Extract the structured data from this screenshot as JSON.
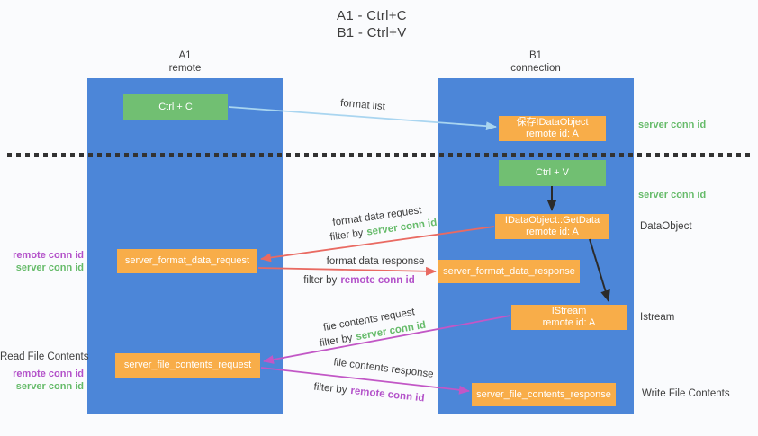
{
  "title": {
    "line1": "A1 - Ctrl+C",
    "line2": "B1 - Ctrl+V"
  },
  "lanes": {
    "a1": {
      "name": "A1",
      "subtitle": "remote"
    },
    "b1": {
      "name": "B1",
      "subtitle": "connection"
    }
  },
  "nodes": {
    "ctrl_c": {
      "label": "Ctrl + C"
    },
    "ctrl_v": {
      "label": "Ctrl + V"
    },
    "save_idataobject": {
      "line1": "保存IDataObject",
      "line2": "remote id: A"
    },
    "idataobject_getdata": {
      "line1": "IDataObject::GetData",
      "line2": "remote id: A"
    },
    "istream": {
      "line1": "IStream",
      "line2": "remote id: A"
    },
    "server_format_data_request": {
      "label": "server_format_data_request"
    },
    "server_format_data_response": {
      "label": "server_format_data_response"
    },
    "server_file_contents_request": {
      "label": "server_file_contents_request"
    },
    "server_file_contents_response": {
      "label": "server_file_contents_response"
    }
  },
  "edge_labels": {
    "format_list": "format list",
    "format_data_request": "format data request",
    "format_data_response": "format data response",
    "file_contents_request": "file contents request",
    "file_contents_response": "file contents response",
    "filter_by": "filter by",
    "server_conn_id": "server conn id",
    "remote_conn_id": "remote conn id"
  },
  "side_labels": {
    "server_conn_id_top": "server conn id",
    "server_conn_id_mid": "server conn id",
    "dataobject": "DataObject",
    "istream": "Istream",
    "write_file_contents": "Write File Contents",
    "read_file_contents": "Read File Contents",
    "remote_conn_id": "remote conn id",
    "server_conn_id": "server conn id"
  },
  "colors": {
    "lane_blue": "#4c86d8",
    "node_green": "#71bf72",
    "node_orange": "#f8ad49",
    "arrow_light_blue": "#a9d5f0",
    "arrow_red": "#e96a62",
    "arrow_magenta": "#c257c6",
    "arrow_black": "#2b2b2b",
    "text_green": "#66bb6a",
    "text_purple": "#b351c9",
    "text_dark": "#3d3d3d",
    "bg": "#fafbfd"
  }
}
